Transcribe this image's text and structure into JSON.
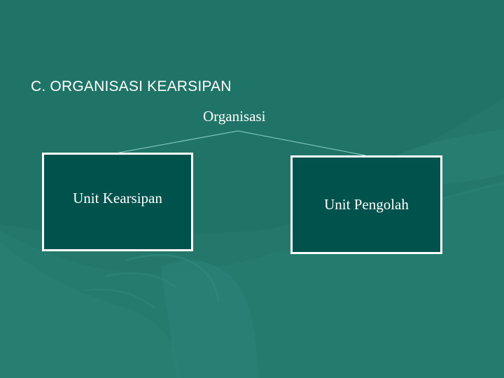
{
  "slide": {
    "heading": "C.  ORGANISASI KEARSIPAN",
    "background_color": "#1f7467",
    "box_fill_color": "#00524d"
  },
  "diagram": {
    "root": {
      "label": "Organisasi"
    },
    "children": [
      {
        "label": "Unit Kearsipan"
      },
      {
        "label": "Unit Pengolah"
      }
    ]
  }
}
